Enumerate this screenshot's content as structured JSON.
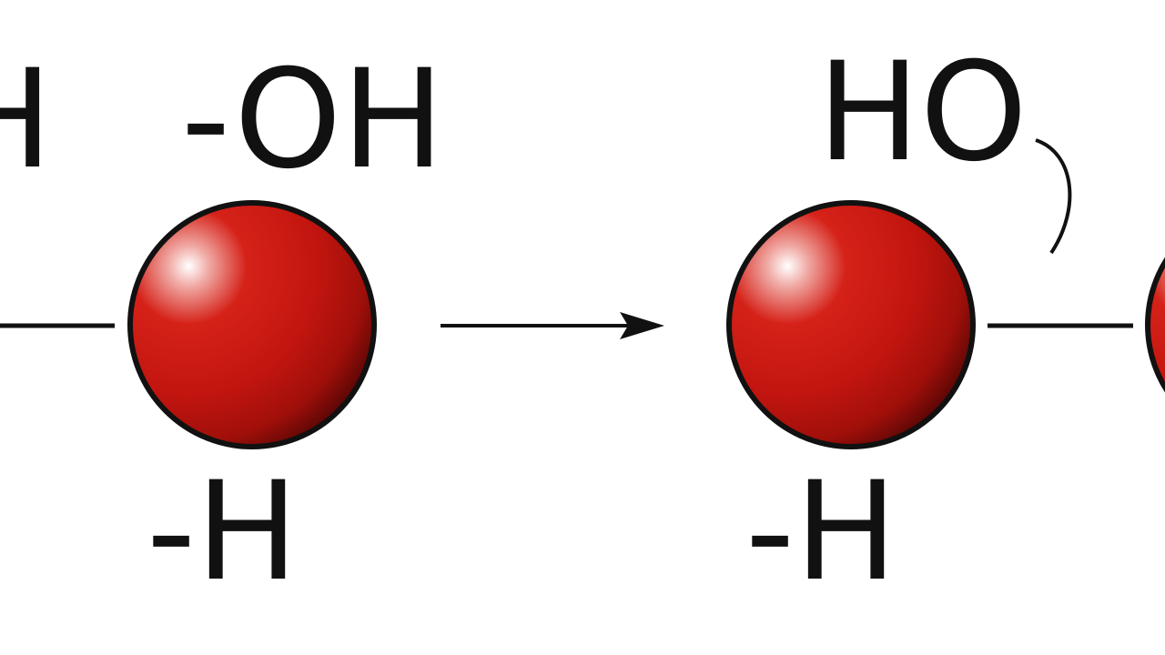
{
  "diagram": {
    "left_molecule": {
      "partial_label": "H",
      "top_group": "-OH",
      "bottom_group": "-H"
    },
    "right_molecule": {
      "top_group": "HO",
      "bottom_group": "-H"
    },
    "colors": {
      "sphere_fill": "#c2150f",
      "sphere_dark": "#5a0705",
      "sphere_highlight": "#ffffff",
      "stroke": "#111111",
      "background": "#ffffff"
    }
  }
}
